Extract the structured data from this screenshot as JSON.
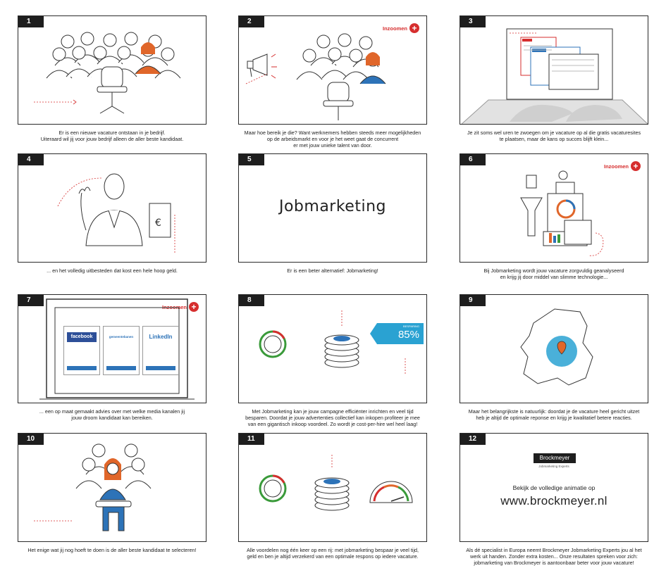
{
  "zoom_label": "Inzoomen",
  "colors": {
    "accent": "#d62e2e",
    "orange": "#e0662a",
    "blue": "#2d73b8",
    "cyan": "#2aa2d2",
    "green": "#3a9a3a"
  },
  "panels": [
    {
      "num": "1",
      "caption": "Er is een nieuwe vacature ontstaan in je bedrijf.\nUiteraard wil jij voor jouw bedrijf alleen de aller beste kandidaat."
    },
    {
      "num": "2",
      "caption": "Maar hoe bereik je die? Want werknemers hebben steeds meer mogelijkheden\nop de arbeidsmarkt en voor je het weet gaat de concurrent\ner met jouw unieke talent van door."
    },
    {
      "num": "3",
      "caption": "Je zit soms wel uren te zwoegen om je vacature op al die gratis vacaturesites\nte plaatsen, maar de kans op succes blijft klein..."
    },
    {
      "num": "4",
      "caption": "... en het volledig uitbesteden dat kost een hele hoop geld."
    },
    {
      "num": "5",
      "caption": "Er is een beter alternatief: Jobmarketing!",
      "title": "Jobmarketing"
    },
    {
      "num": "6",
      "caption": "Bij Jobmarketing wordt jouw vacature zorgvuldig geanalyseerd\nen krijg jij door middel van slimme technologie..."
    },
    {
      "num": "7",
      "caption": "... een op maat gemaakt advies over met welke media kanalen jij\njouw droom kandidaat kan bereiken.",
      "cards": [
        "facebook",
        "gemeentebanen",
        "LinkedIn"
      ]
    },
    {
      "num": "8",
      "caption": "Met Jobmarketing kan je jouw campagne efficiënter inrichten en veel tijd\nbesparen. Doordat je jouw advertenties collectief kan inkopen profiteer je mee\nvan een gigantisch inkoop voordeel. Zo wordt je cost-per-hire wel heel laag!",
      "saving_label": "BESPARING",
      "saving_value": "85%"
    },
    {
      "num": "9",
      "caption": "Maar het belangrijkste is natuurlijk: doordat je de vacature heel gericht uitzet\nheb je altijd de optimale reponse en krijg je kwalitatief betere reacties."
    },
    {
      "num": "10",
      "caption": "Het enige wat jij nog hoeft te doen  is de aller beste kandidaat te selecteren!"
    },
    {
      "num": "11",
      "caption": "Alle voordelen nog één keer op een rij: met jobmarketing bespaar je veel tijd,\ngeld en ben je altijd verzekerd van een optimale respons op iedere vacature."
    },
    {
      "num": "12",
      "caption": "Als dé specialist in Europa neemt Brockmeyer Jobmarketing Experts jou al het\nwerk uit handen. Zonder extra kosten... Onze resultaten spreken voor zich:\njobmarketing van Brockmeyer is aantoonbaar beter voor jouw vacature!",
      "logo": "Brockmeyer",
      "logo_sub": "Jobmarketing Experts",
      "watch": "Bekijk de volledige animatie op",
      "url": "www.brockmeyer.nl"
    }
  ]
}
